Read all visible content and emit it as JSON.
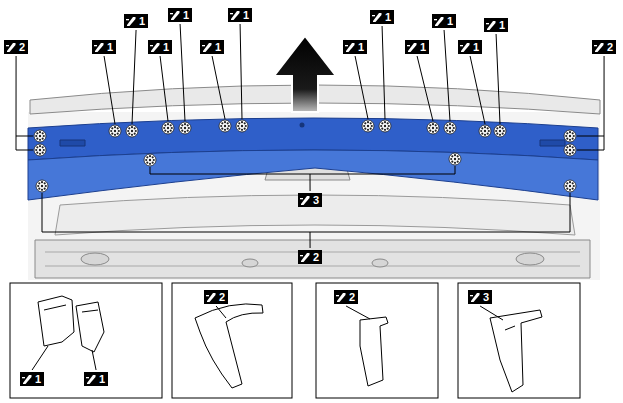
{
  "diagram": {
    "labels": [
      "1",
      "1",
      "1",
      "1",
      "1",
      "1",
      "2",
      "1",
      "1",
      "1",
      "1",
      "1",
      "1",
      "2",
      "3",
      "2",
      "2",
      "2",
      "3",
      "1",
      "1"
    ]
  }
}
